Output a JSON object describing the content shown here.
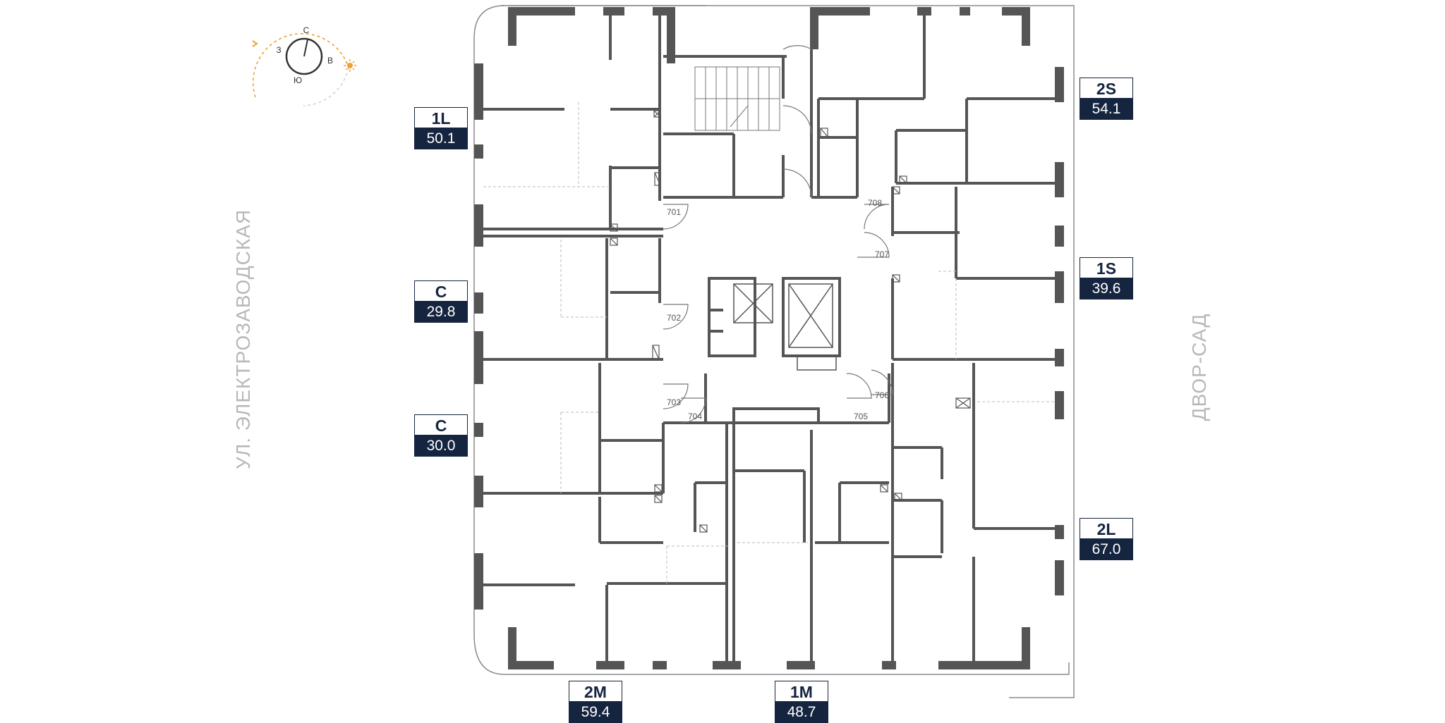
{
  "compass": {
    "north": "С",
    "south": "Ю",
    "west": "З",
    "east": "В",
    "sun_icon": "sun-icon",
    "accent": "#f0a030"
  },
  "streets": {
    "west": "УЛ. ЭЛЕКТРОЗАВОДСКАЯ",
    "east": "ДВОР-САД"
  },
  "apartments": [
    {
      "code": "1L",
      "area": "50.1"
    },
    {
      "code": "C",
      "area": "29.8"
    },
    {
      "code": "C",
      "area": "30.0"
    },
    {
      "code": "2S",
      "area": "54.1"
    },
    {
      "code": "1S",
      "area": "39.6"
    },
    {
      "code": "2L",
      "area": "67.0"
    },
    {
      "code": "2M",
      "area": "59.4"
    },
    {
      "code": "1M",
      "area": "48.7"
    }
  ],
  "unit_numbers": [
    "701",
    "702",
    "703",
    "704",
    "705",
    "706",
    "707",
    "708"
  ],
  "colors": {
    "wall": "#555555",
    "badge_dark": "#15243f",
    "street_text": "#b8b8b8"
  }
}
